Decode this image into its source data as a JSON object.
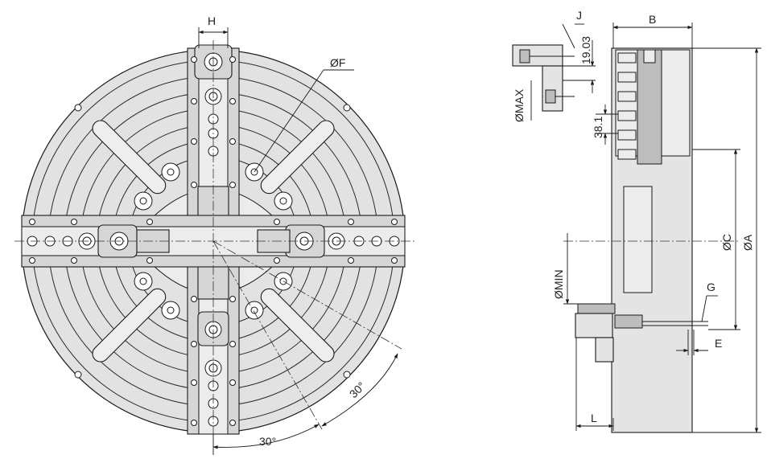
{
  "labels": {
    "H": "H",
    "F": "ØF",
    "angle1": "30°",
    "angle2": "30°",
    "J": "J",
    "dim_19": "19.03",
    "max": "ØMAX",
    "dim_38": "38.1",
    "B": "B",
    "C": "ØC",
    "A": "ØA",
    "min": "ØMIN",
    "G": "G",
    "E": "E",
    "L": "L"
  }
}
